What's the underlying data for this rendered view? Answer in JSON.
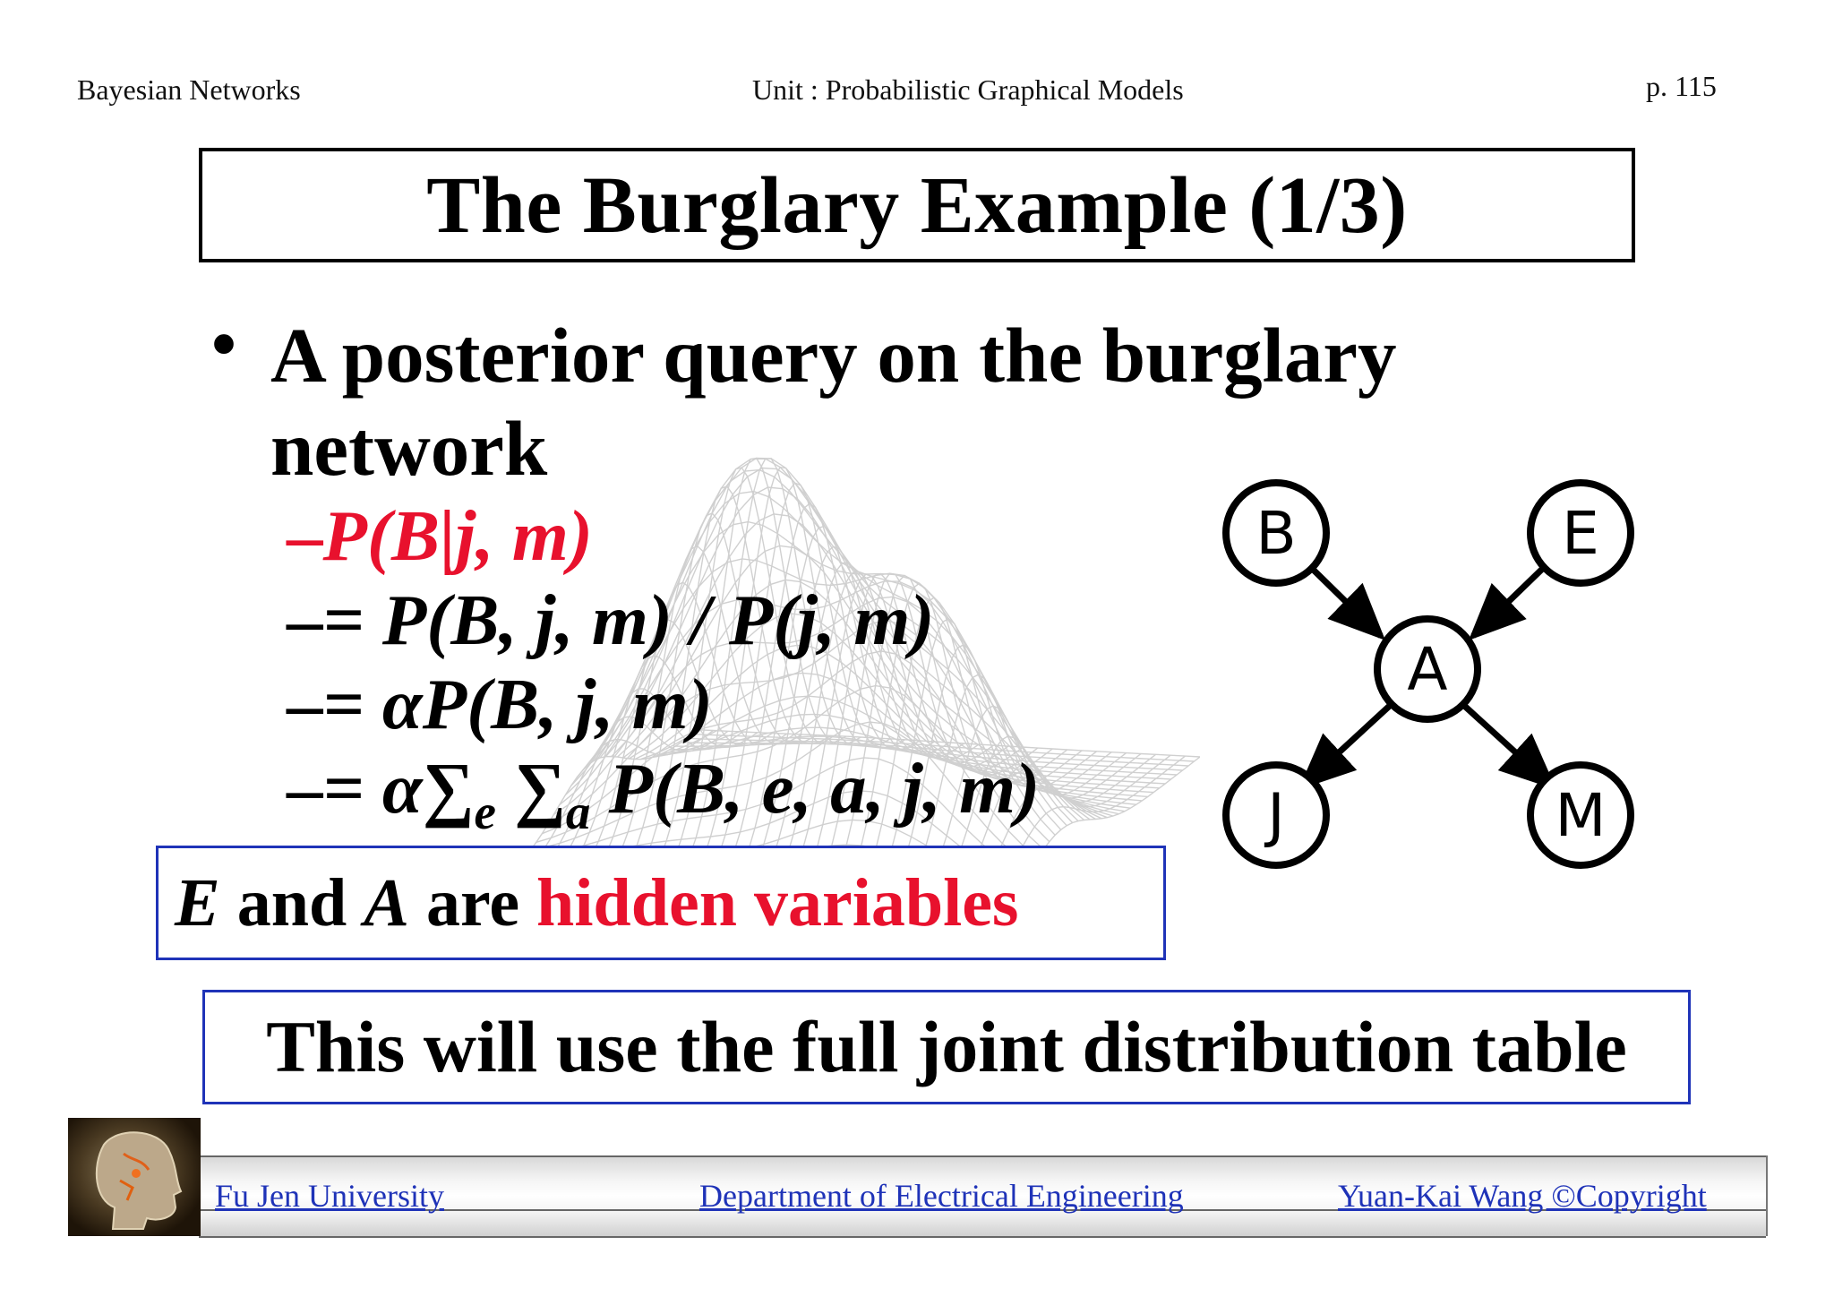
{
  "header": {
    "left": "Bayesian Networks",
    "center": "Unit : Probabilistic Graphical Models",
    "page": "p.  115"
  },
  "title": "The Burglary Example (1/3)",
  "bullet": {
    "symbol": "•",
    "text": "A posterior query on the burglary network"
  },
  "formulas": {
    "dash": "–",
    "line1": "P(B|j, m)",
    "line2": "= P(B, j, m) / P(j, m)",
    "line3": "= αP(B, j, m)",
    "line4_prefix": "= α∑",
    "line4_sub_e": "e",
    "line4_sum2": " ∑",
    "line4_sub_a": "a",
    "line4_rest": " P(B, e, a, j, m)"
  },
  "note_hidden": {
    "var_e": "E",
    "and": " and ",
    "var_a": "A",
    "are": " are ",
    "highlight": "hidden variables"
  },
  "note_joint": "This will use the full joint distribution table",
  "network": {
    "nodes": [
      "B",
      "E",
      "A",
      "J",
      "M"
    ]
  },
  "footer": {
    "left": "Fu Jen University",
    "center": "Department of Electrical Engineering",
    "right": "Yuan-Kai Wang ©Copyright"
  },
  "colors": {
    "highlight_red": "#e8112d",
    "box_blue": "#1f33b8",
    "link_blue": "#1f33b8"
  }
}
